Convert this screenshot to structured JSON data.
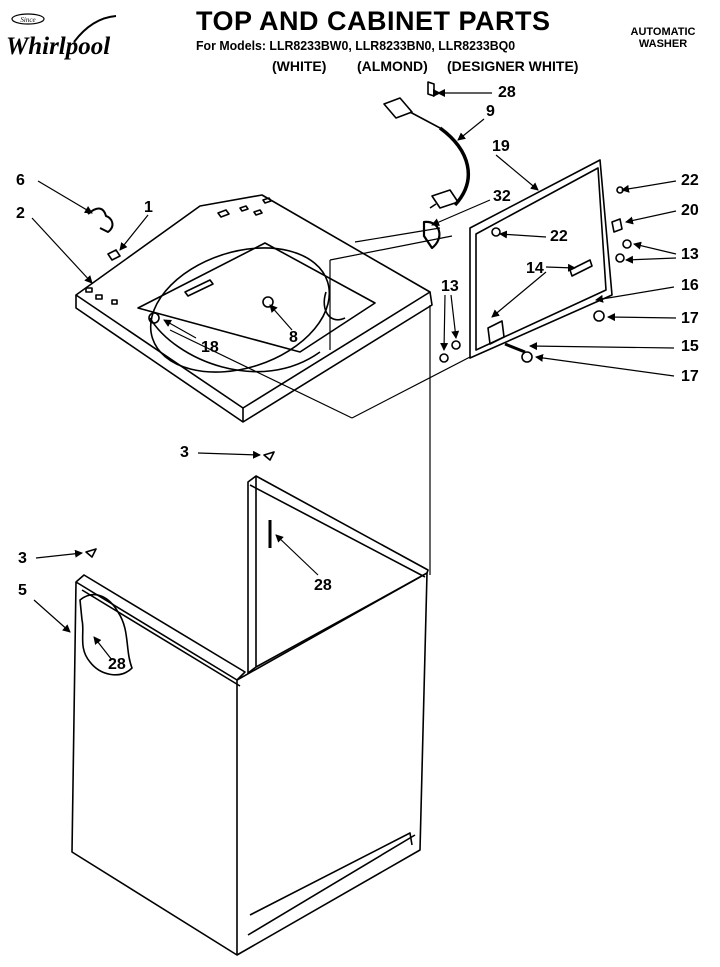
{
  "brand": {
    "badge": "Since",
    "name": "Whirlpool"
  },
  "header": {
    "title": "TOP AND CABINET PARTS",
    "models_line": "For Models: LLR8233BW0, LLR8233BN0, LLR8233BQ0",
    "variants": [
      "(WHITE)",
      "(ALMOND)",
      "(DESIGNER WHITE)"
    ],
    "product_line1": "AUTOMATIC",
    "product_line2": "WASHER"
  },
  "callouts": {
    "c1": "1",
    "c2": "2",
    "c3a": "3",
    "c3b": "3",
    "c5": "5",
    "c6": "6",
    "c8": "8",
    "c9": "9",
    "c13a": "13",
    "c13b": "13",
    "c14": "14",
    "c15": "15",
    "c16": "16",
    "c17a": "17",
    "c17b": "17",
    "c18": "18",
    "c19": "19",
    "c20": "20",
    "c22a": "22",
    "c22b": "22",
    "c28a": "28",
    "c28b": "28",
    "c28c": "28",
    "c32": "32"
  }
}
